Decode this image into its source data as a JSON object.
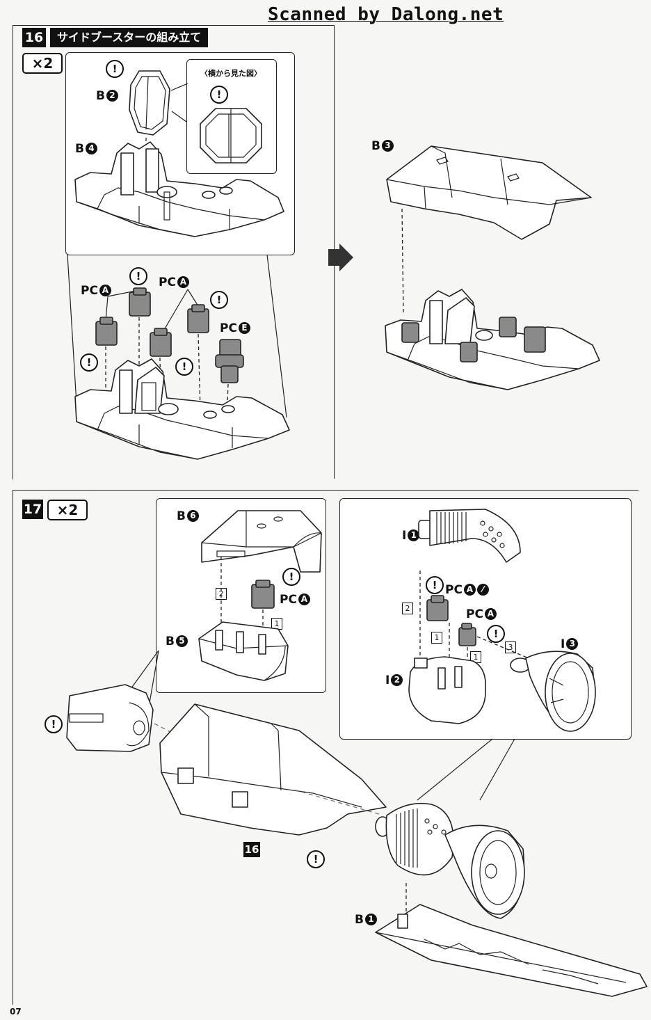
{
  "header": {
    "watermark": "Scanned by Dalong.net"
  },
  "step16": {
    "number": "16",
    "title": "サイドブースターの組み立て",
    "multiplier": "×2",
    "side_view_caption": "〈横から見た図〉",
    "parts": {
      "b2": {
        "prefix": "B",
        "num": "2"
      },
      "b4": {
        "prefix": "B",
        "num": "4"
      },
      "b3": {
        "prefix": "B",
        "num": "3"
      },
      "pca1": {
        "prefix": "PC",
        "num": "A"
      },
      "pca2": {
        "prefix": "PC",
        "num": "A"
      },
      "pce": {
        "prefix": "PC",
        "num": "E"
      }
    },
    "caution_mark": "!"
  },
  "step17": {
    "number": "17",
    "multiplier": "×2",
    "parts": {
      "b6": {
        "prefix": "B",
        "num": "6"
      },
      "b5": {
        "prefix": "B",
        "num": "5"
      },
      "pca": {
        "prefix": "PC",
        "num": "A"
      },
      "i1": {
        "prefix": "I",
        "num": "1"
      },
      "i2": {
        "prefix": "I",
        "num": "2"
      },
      "i3": {
        "prefix": "I",
        "num": "3"
      },
      "pca_slash": {
        "prefix": "PC",
        "num": "A"
      },
      "pca_r": {
        "prefix": "PC",
        "num": "A"
      },
      "b1": {
        "prefix": "B",
        "num": "1"
      }
    },
    "sequence": [
      "1",
      "2",
      "3"
    ],
    "reference_step": "16"
  },
  "footer": {
    "page_number": "07"
  }
}
